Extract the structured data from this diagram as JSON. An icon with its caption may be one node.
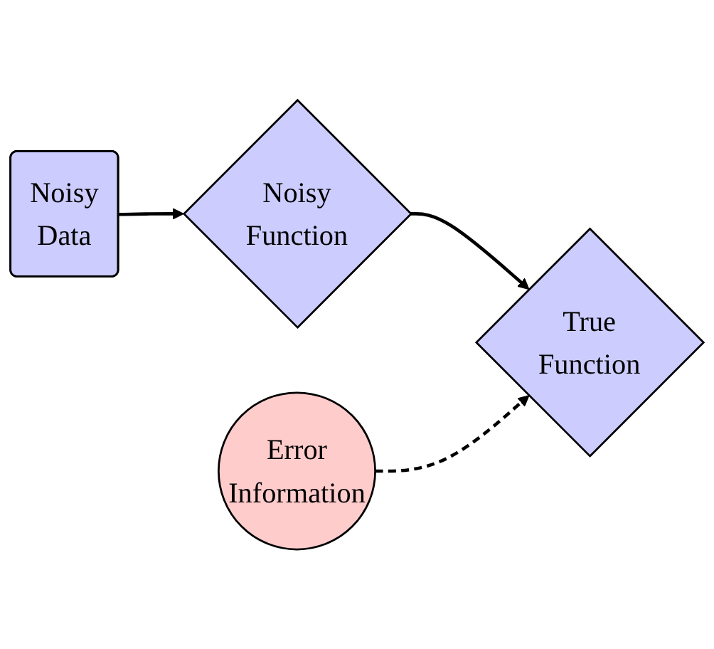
{
  "diagram": {
    "nodes": [
      {
        "text": [
          "Noisy Data"
        ]
      },
      {
        "text": [
          "Noisy Function"
        ]
      },
      {
        "text": [
          "Error Information"
        ]
      },
      {
        "text": [
          "True Function"
        ]
      }
    ],
    "edges": [
      {
        "from": 0,
        "to": 1,
        "arrow": "to"
      },
      {
        "from": 1,
        "to": 3,
        "arrow": "to"
      },
      {
        "from": 2,
        "to": 3,
        "arrow": "to",
        "style": "dashed"
      }
    ]
  }
}
